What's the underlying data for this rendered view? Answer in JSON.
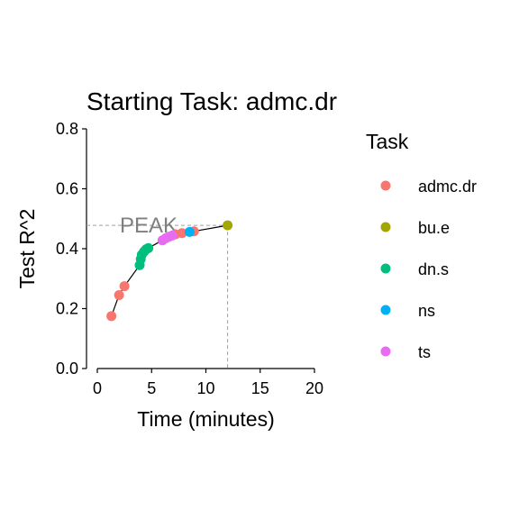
{
  "chart_data": {
    "type": "scatter",
    "title": "Starting Task:  admc.dr",
    "xlabel": "Time (minutes)",
    "ylabel": "Test R^2",
    "xlim": [
      0,
      20
    ],
    "ylim": [
      0,
      0.8
    ],
    "x_ticks": [
      0,
      5,
      10,
      15,
      20
    ],
    "x_tick_labels": [
      "0",
      "5",
      "10",
      "15",
      "20"
    ],
    "y_ticks": [
      0.0,
      0.2,
      0.4,
      0.6,
      0.8
    ],
    "y_tick_labels": [
      "0.0",
      "0.2",
      "0.4",
      "0.6",
      "0.8"
    ],
    "grid": false,
    "legend": {
      "title": "Task",
      "position": "right"
    },
    "series": [
      {
        "name": "admc.dr",
        "color": "#F8766D",
        "points": [
          [
            1.3,
            0.175
          ],
          [
            2.0,
            0.245
          ],
          [
            2.5,
            0.275
          ],
          [
            7.2,
            0.448
          ],
          [
            7.8,
            0.452
          ],
          [
            8.9,
            0.458
          ]
        ]
      },
      {
        "name": "bu.e",
        "color": "#A3A500",
        "points": [
          [
            12.0,
            0.478
          ]
        ]
      },
      {
        "name": "dn.s",
        "color": "#00BF7D",
        "points": [
          [
            3.9,
            0.345
          ],
          [
            4.0,
            0.365
          ],
          [
            4.1,
            0.38
          ],
          [
            4.3,
            0.39
          ],
          [
            4.5,
            0.398
          ],
          [
            4.7,
            0.402
          ]
        ]
      },
      {
        "name": "ns",
        "color": "#00B0F6",
        "points": [
          [
            8.5,
            0.456
          ]
        ]
      },
      {
        "name": "ts",
        "color": "#E76BF3",
        "points": [
          [
            6.0,
            0.428
          ],
          [
            6.3,
            0.435
          ],
          [
            6.6,
            0.44
          ],
          [
            6.9,
            0.444
          ]
        ]
      }
    ],
    "trajectory": [
      [
        1.3,
        0.175
      ],
      [
        2.0,
        0.245
      ],
      [
        2.5,
        0.275
      ],
      [
        3.9,
        0.345
      ],
      [
        4.0,
        0.365
      ],
      [
        4.1,
        0.38
      ],
      [
        4.3,
        0.39
      ],
      [
        4.5,
        0.398
      ],
      [
        4.7,
        0.402
      ],
      [
        6.0,
        0.428
      ],
      [
        6.3,
        0.435
      ],
      [
        6.6,
        0.44
      ],
      [
        6.9,
        0.444
      ],
      [
        7.2,
        0.448
      ],
      [
        7.8,
        0.452
      ],
      [
        8.5,
        0.456
      ],
      [
        8.9,
        0.458
      ],
      [
        12.0,
        0.478
      ]
    ],
    "peak": {
      "label": "PEAK",
      "x": 12.0,
      "y": 0.478,
      "line_color": "#a0a0a0"
    }
  }
}
